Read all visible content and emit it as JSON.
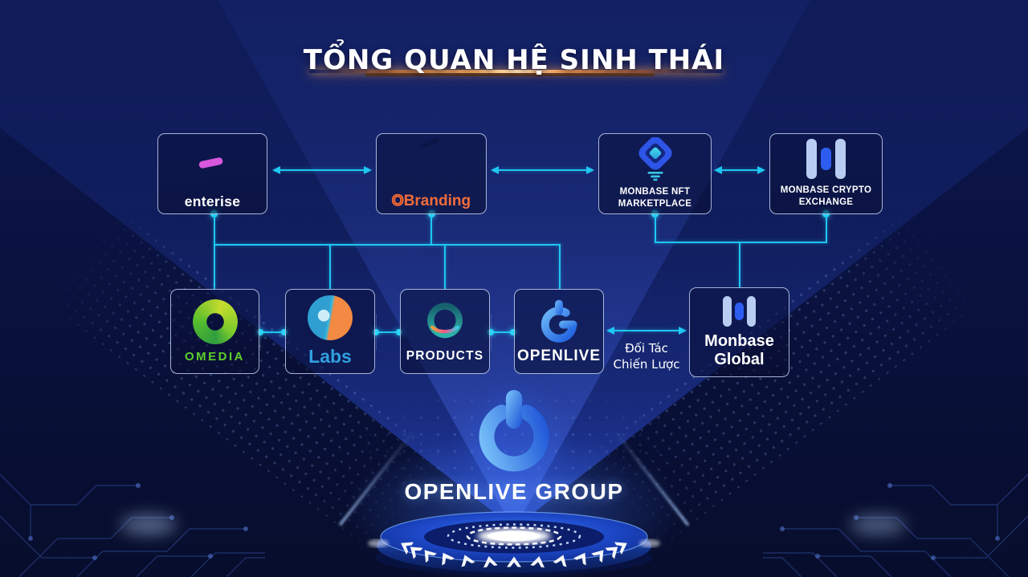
{
  "title": "TỔNG QUAN HỆ SINH THÁI",
  "nodes": {
    "enterise": {
      "label": "enterise"
    },
    "obranding": {
      "o": "O",
      "rest": "Branding"
    },
    "monbase_nft": {
      "line1": "MONBASE NFT",
      "line2": "MARKETPLACE"
    },
    "monbase_crypto": {
      "line1": "MONBASE CRYPTO",
      "line2": "EXCHANGE"
    },
    "omedia": {
      "label": "OMEDIA"
    },
    "labs": {
      "label": "Labs"
    },
    "products": {
      "label": "PRODUCTS"
    },
    "openlive": {
      "label": "OPENLIVE"
    },
    "monbase_global": {
      "line1": "Monbase",
      "line2": "Global"
    }
  },
  "partner": {
    "line1": "Đối Tác",
    "line2": "Chiến Lược"
  },
  "footer": {
    "group_label": "OPENLIVE GROUP"
  },
  "colors": {
    "connector_cyan": "#1EC7F1",
    "obranding_orange": "#F26C3B",
    "omedia_green": "#5ECD2B",
    "labs_blue": "#2F9FE0",
    "monbase_blue": "#2D5CF0",
    "openlive_blue": "#2B7BE8",
    "title_streak_gold": "#FFC98A",
    "background_navy": "#0A1240"
  }
}
